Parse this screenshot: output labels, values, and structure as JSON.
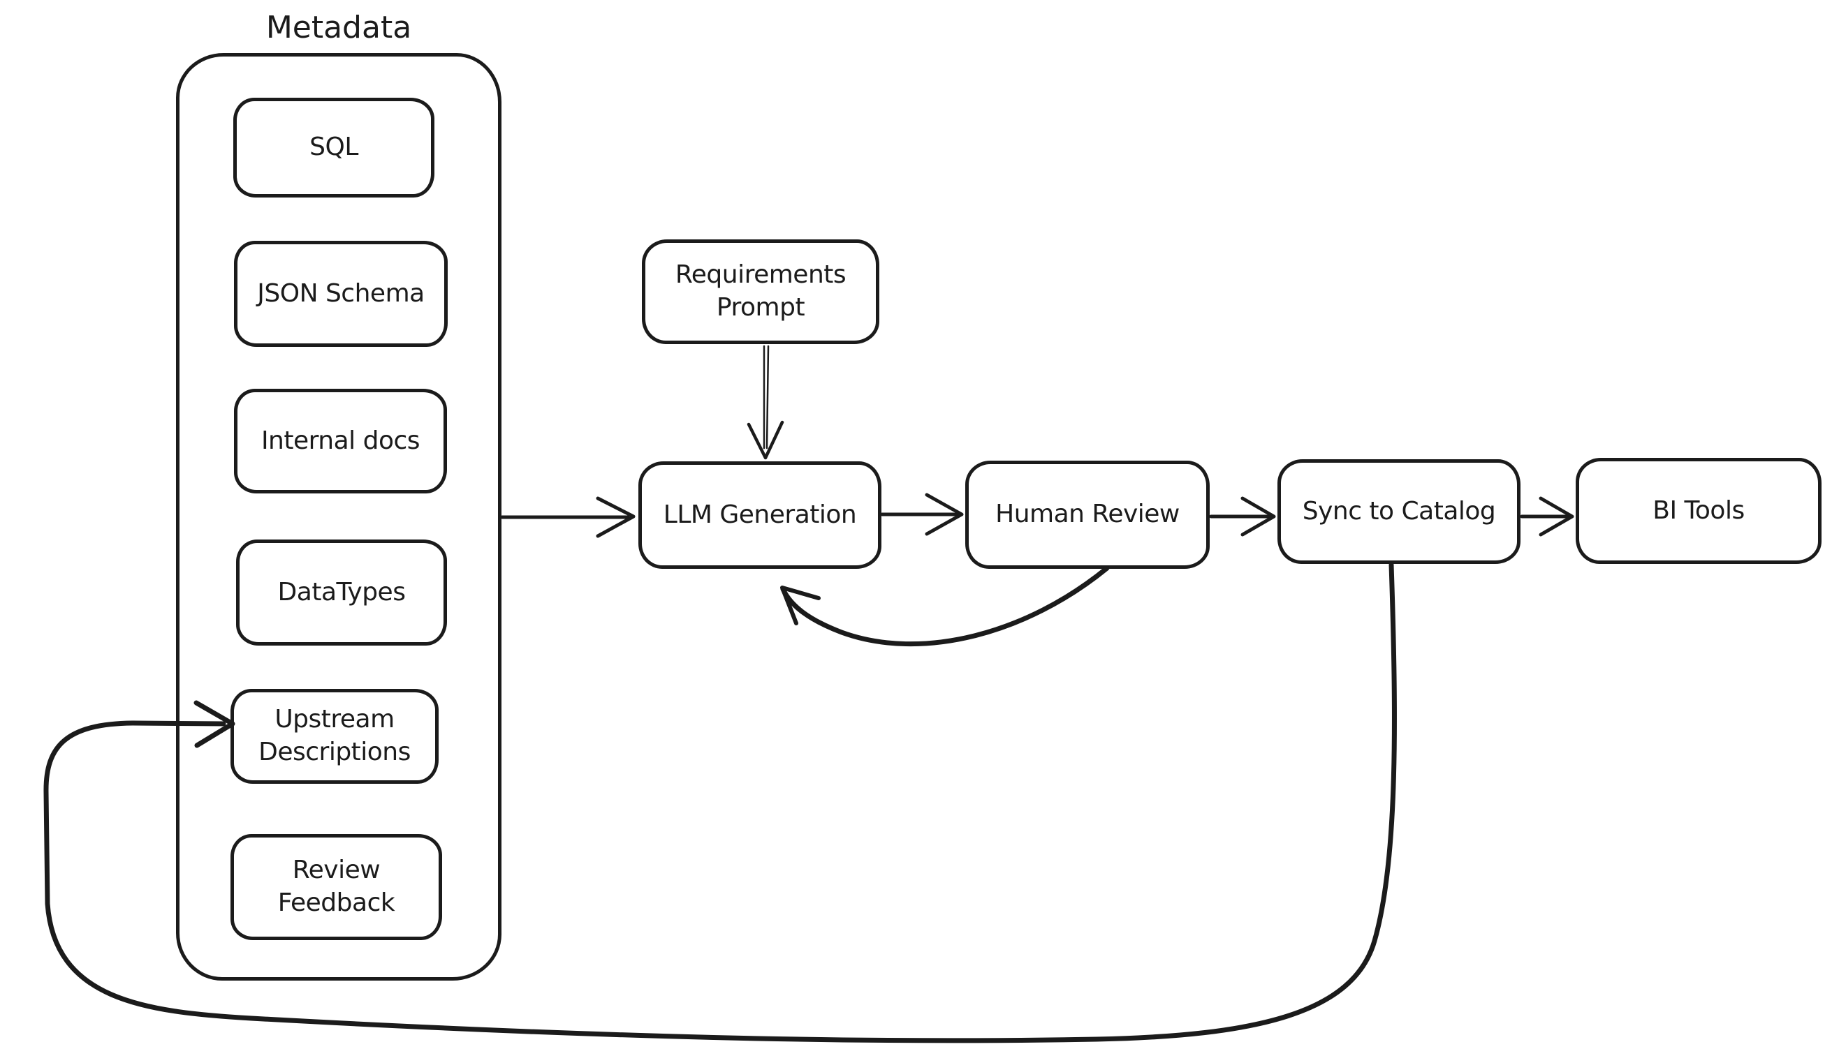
{
  "diagram": {
    "group": {
      "title": "Metadata",
      "items": [
        {
          "id": "sql",
          "label": "SQL"
        },
        {
          "id": "json-schema",
          "label": "JSON Schema"
        },
        {
          "id": "internal-docs",
          "label": "Internal docs"
        },
        {
          "id": "datatypes",
          "label": "DataTypes"
        },
        {
          "id": "upstream-descriptions",
          "label": "Upstream Descriptions"
        },
        {
          "id": "review-feedback",
          "label": "Review Feedback"
        }
      ]
    },
    "nodes": [
      {
        "id": "requirements-prompt",
        "label": "Requirements Prompt"
      },
      {
        "id": "llm-generation",
        "label": "LLM Generation"
      },
      {
        "id": "human-review",
        "label": "Human Review"
      },
      {
        "id": "sync-to-catalog",
        "label": "Sync to Catalog"
      },
      {
        "id": "bi-tools",
        "label": "BI Tools"
      }
    ],
    "edges": [
      {
        "from": "metadata-group",
        "to": "llm-generation",
        "type": "straight-arrow"
      },
      {
        "from": "requirements-prompt",
        "to": "llm-generation",
        "type": "straight-arrow"
      },
      {
        "from": "llm-generation",
        "to": "human-review",
        "type": "straight-arrow"
      },
      {
        "from": "human-review",
        "to": "sync-to-catalog",
        "type": "straight-arrow"
      },
      {
        "from": "sync-to-catalog",
        "to": "bi-tools",
        "type": "straight-arrow"
      },
      {
        "from": "human-review",
        "to": "llm-generation",
        "type": "curved-feedback-arrow"
      },
      {
        "from": "sync-to-catalog",
        "to": "upstream-descriptions",
        "type": "curved-feedback-arrow"
      }
    ],
    "colors": {
      "stroke": "#1b1b1b",
      "background": "#ffffff"
    }
  }
}
